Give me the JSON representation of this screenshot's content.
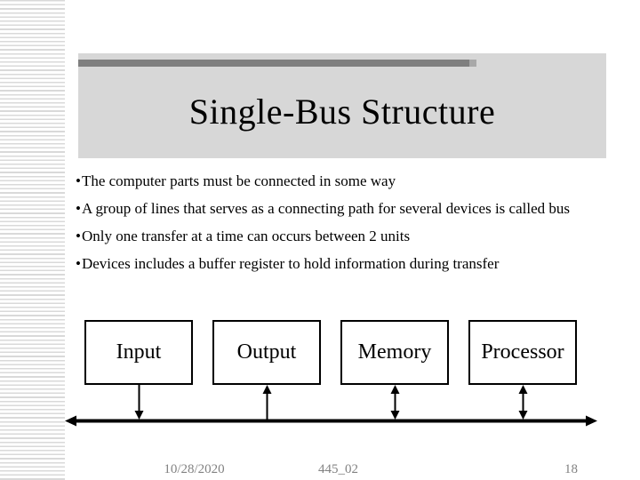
{
  "slide": {
    "header": {
      "title": "Single-Bus Structure"
    },
    "bullets": {
      "marker": "•",
      "items": [
        "The computer parts must be connected in some way",
        "A group of lines that serves as a connecting path for several devices is called bus",
        "Only one transfer at a time can occurs between 2 units",
        "Devices includes a buffer register to hold information during transfer"
      ]
    },
    "diagram": {
      "boxes": [
        {
          "label": "Input",
          "arrow_direction": "to-bus"
        },
        {
          "label": "Output",
          "arrow_direction": "from-bus"
        },
        {
          "label": "Memory",
          "arrow_direction": "both"
        },
        {
          "label": "Processor",
          "arrow_direction": "both"
        }
      ]
    },
    "footer": {
      "date": "10/28/2020",
      "footer_text": "445_02",
      "slide_number": "18"
    },
    "colors": {
      "title_box_bg": "#d7d7d7",
      "accent_bar": "#7f7f7f",
      "accent_bar_tip": "#a8a8a8",
      "stripe": "#d9d9d9",
      "text": "#000000",
      "diagram_line": "#000000",
      "footer_text_color": "#828282"
    }
  }
}
